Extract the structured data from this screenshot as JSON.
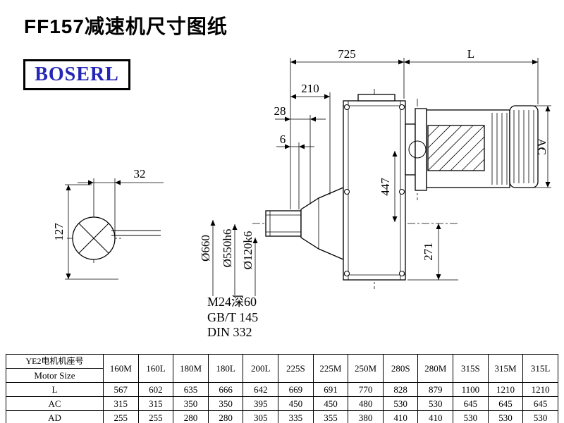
{
  "page": {
    "title": "FF157减速机尺寸图纸",
    "logo": "BOSERL"
  },
  "colors": {
    "logo_blue": "#2525b8",
    "line": "#000000",
    "background": "#ffffff"
  },
  "drawing": {
    "dim_725": "725",
    "dim_L": "L",
    "dim_210": "210",
    "dim_28": "28",
    "dim_6": "6",
    "dim_AC": "AC",
    "dim_447": "447",
    "dim_271": "271",
    "dim_32": "32",
    "dim_127": "127",
    "dia_660": "Ø660",
    "dia_550": "Ø550h6",
    "dia_120": "Ø120k6",
    "note_thread": "M24深60",
    "note_gbt": "GB/T 145",
    "note_din": "DIN 332"
  },
  "table": {
    "header_cn": "YE2电机机座号",
    "header_en": "Motor Size",
    "columns": [
      "160M",
      "160L",
      "180M",
      "180L",
      "200L",
      "225S",
      "225M",
      "250M",
      "280S",
      "280M",
      "315S",
      "315M",
      "315L"
    ],
    "rows": [
      {
        "label": "L",
        "values": [
          "567",
          "602",
          "635",
          "666",
          "642",
          "669",
          "691",
          "770",
          "828",
          "879",
          "1100",
          "1210",
          "1210"
        ]
      },
      {
        "label": "AC",
        "values": [
          "315",
          "315",
          "350",
          "350",
          "395",
          "450",
          "450",
          "480",
          "530",
          "530",
          "645",
          "645",
          "645"
        ]
      },
      {
        "label": "AD",
        "values": [
          "255",
          "255",
          "280",
          "280",
          "305",
          "335",
          "355",
          "380",
          "410",
          "410",
          "530",
          "530",
          "530"
        ]
      }
    ]
  }
}
